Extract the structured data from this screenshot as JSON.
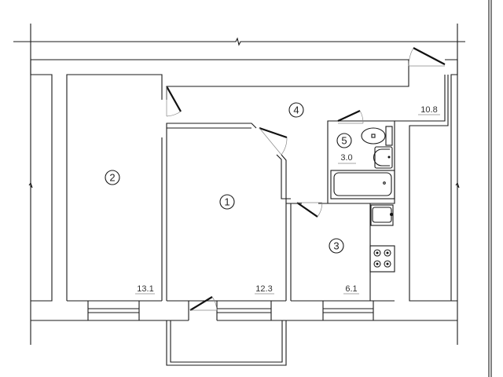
{
  "rooms": [
    {
      "number": "1",
      "area": "12.3"
    },
    {
      "number": "2",
      "area": "13.1"
    },
    {
      "number": "3",
      "area": "6.1"
    },
    {
      "number": "4",
      "area": "10.8"
    },
    {
      "number": "5",
      "area": "3.0"
    }
  ],
  "colors": {
    "line": "#1a1a1a",
    "background": "#ffffff"
  }
}
